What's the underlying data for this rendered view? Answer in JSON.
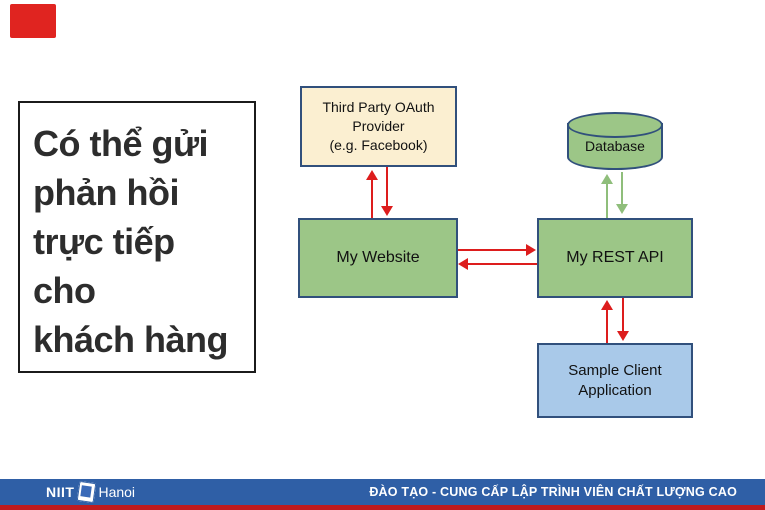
{
  "slide": {
    "background": "#ffffff",
    "accent_red": "#e02420",
    "border_navy": "#31507c",
    "arrow_red": "#dd1d1d",
    "arrow_green": "#8fbe7b",
    "box_green": "#9cc687",
    "box_cream": "#fbefd1",
    "box_blue": "#a9c9e9",
    "footer_blue": "#2f5fa6",
    "footer_red": "#c11b1e"
  },
  "callout": {
    "text": "Có thể gửi\nphản hồi\ntrực tiếp\ncho\nkhách hàng"
  },
  "diagram": {
    "oauth_box": {
      "label": "Third Party OAuth\nProvider\n(e.g. Facebook)"
    },
    "website_box": {
      "label": "My Website"
    },
    "database": {
      "label": "Database"
    },
    "restapi_box": {
      "label": "My REST API"
    },
    "client_box": {
      "label": "Sample Client\nApplication"
    },
    "edges": [
      {
        "from": "My Website",
        "to": "Third Party OAuth Provider",
        "color": "red",
        "direction": "up"
      },
      {
        "from": "Third Party OAuth Provider",
        "to": "My Website",
        "color": "red",
        "direction": "down"
      },
      {
        "from": "My Website",
        "to": "My REST API",
        "color": "red",
        "direction": "right"
      },
      {
        "from": "My REST API",
        "to": "My Website",
        "color": "red",
        "direction": "left"
      },
      {
        "from": "My REST API",
        "to": "Database",
        "color": "green",
        "direction": "up"
      },
      {
        "from": "Database",
        "to": "My REST API",
        "color": "green",
        "direction": "down"
      },
      {
        "from": "Sample Client Application",
        "to": "My REST API",
        "color": "red",
        "direction": "up"
      },
      {
        "from": "My REST API",
        "to": "Sample Client Application",
        "color": "red",
        "direction": "down"
      }
    ]
  },
  "footer": {
    "logo_niit": "NIIT",
    "logo_city": "Hanoi",
    "tagline": "ĐÀO TẠO - CUNG CẤP LẬP TRÌNH VIÊN CHẤT LƯỢNG CAO"
  }
}
